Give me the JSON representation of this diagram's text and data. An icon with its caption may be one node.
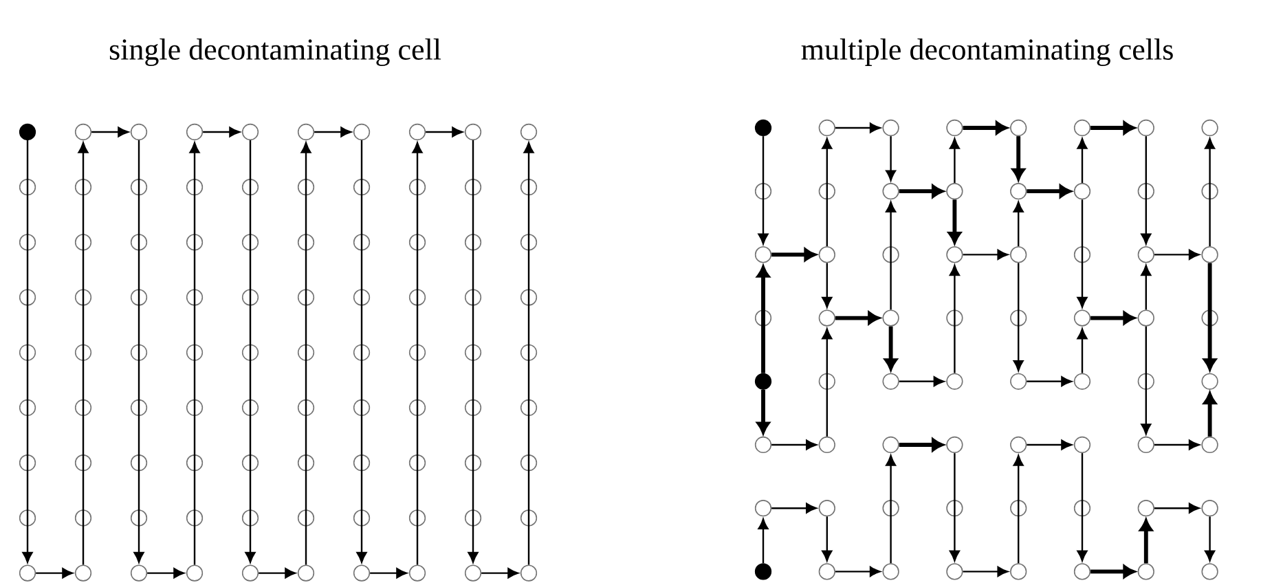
{
  "diagram": {
    "nodes": [
      {
        "text": [],
        "shape": "dot"
      },
      {
        "text": [],
        "shape": "circle"
      },
      {
        "text": [],
        "shape": "circle"
      },
      {
        "text": [],
        "shape": "circle"
      },
      {
        "text": [],
        "shape": "circle"
      },
      {
        "text": [],
        "shape": "circle"
      },
      {
        "text": [],
        "shape": "circle"
      },
      {
        "text": [],
        "shape": "circle"
      },
      {
        "text": [],
        "shape": "circle"
      },
      {
        "text": [],
        "shape": "circle"
      },
      {
        "text": [],
        "shape": "circle"
      },
      {
        "text": [],
        "shape": "circle"
      },
      {
        "text": [],
        "shape": "circle"
      },
      {
        "text": [],
        "shape": "circle"
      },
      {
        "text": [],
        "shape": "circle"
      },
      {
        "text": [],
        "shape": "circle"
      },
      {
        "text": [],
        "shape": "circle"
      },
      {
        "text": [],
        "shape": "circle"
      },
      {
        "text": [],
        "shape": "circle"
      },
      {
        "text": [],
        "shape": "circle"
      },
      {
        "text": [],
        "shape": "circle"
      },
      {
        "text": [],
        "shape": "circle"
      },
      {
        "text": [],
        "shape": "circle"
      },
      {
        "text": [],
        "shape": "circle"
      },
      {
        "text": [],
        "shape": "circle"
      },
      {
        "text": [],
        "shape": "circle"
      },
      {
        "text": [],
        "shape": "circle"
      },
      {
        "text": [],
        "shape": "circle"
      },
      {
        "text": [],
        "shape": "circle"
      },
      {
        "text": [],
        "shape": "circle"
      },
      {
        "text": [],
        "shape": "circle"
      },
      {
        "text": [],
        "shape": "circle"
      },
      {
        "text": [],
        "shape": "circle"
      },
      {
        "text": [],
        "shape": "circle"
      },
      {
        "text": [],
        "shape": "circle"
      },
      {
        "text": [],
        "shape": "circle"
      },
      {
        "text": [],
        "shape": "circle"
      },
      {
        "text": [],
        "shape": "circle"
      },
      {
        "text": [],
        "shape": "circle"
      },
      {
        "text": [],
        "shape": "circle"
      },
      {
        "text": [],
        "shape": "circle"
      },
      {
        "text": [],
        "shape": "circle"
      },
      {
        "text": [],
        "shape": "circle"
      },
      {
        "text": [],
        "shape": "circle"
      },
      {
        "text": [],
        "shape": "circle"
      },
      {
        "text": [],
        "shape": "circle"
      },
      {
        "text": [],
        "shape": "circle"
      },
      {
        "text": [],
        "shape": "circle"
      },
      {
        "text": [],
        "shape": "circle"
      },
      {
        "text": [],
        "shape": "circle"
      },
      {
        "text": [],
        "shape": "circle"
      },
      {
        "text": [],
        "shape": "circle"
      },
      {
        "text": [],
        "shape": "circle"
      },
      {
        "text": [],
        "shape": "circle"
      },
      {
        "text": [],
        "shape": "circle"
      },
      {
        "text": [],
        "shape": "circle"
      },
      {
        "text": [],
        "shape": "circle"
      },
      {
        "text": [],
        "shape": "circle"
      },
      {
        "text": [],
        "shape": "circle"
      },
      {
        "text": [],
        "shape": "circle"
      },
      {
        "text": [],
        "shape": "circle"
      },
      {
        "text": [],
        "shape": "circle"
      },
      {
        "text": [],
        "shape": "circle"
      },
      {
        "text": [],
        "shape": "circle"
      },
      {
        "text": [],
        "shape": "circle"
      },
      {
        "text": [],
        "shape": "circle"
      },
      {
        "text": [],
        "shape": "circle"
      },
      {
        "text": [],
        "shape": "circle"
      },
      {
        "text": [],
        "shape": "circle"
      },
      {
        "text": [],
        "shape": "circle"
      },
      {
        "text": [],
        "shape": "circle"
      },
      {
        "text": [],
        "shape": "circle"
      },
      {
        "text": [],
        "shape": "circle"
      },
      {
        "text": [],
        "shape": "circle"
      },
      {
        "text": [],
        "shape": "circle"
      },
      {
        "text": [],
        "shape": "circle"
      },
      {
        "text": [],
        "shape": "circle"
      },
      {
        "text": [],
        "shape": "circle"
      },
      {
        "text": [],
        "shape": "circle"
      },
      {
        "text": [],
        "shape": "circle"
      },
      {
        "text": [],
        "shape": "circle"
      },
      {
        "text": [],
        "shape": "circle"
      },
      {
        "text": [],
        "shape": "circle"
      },
      {
        "text": [],
        "shape": "circle"
      },
      {
        "text": [],
        "shape": "circle"
      },
      {
        "text": [],
        "shape": "circle"
      },
      {
        "text": [],
        "shape": "circle"
      },
      {
        "text": [],
        "shape": "circle"
      },
      {
        "text": [],
        "shape": "circle"
      },
      {
        "text": [],
        "shape": "circle"
      },
      {
        "text": [],
        "shape": "dot"
      },
      {
        "text": [],
        "shape": "circle"
      },
      {
        "text": [],
        "shape": "circle"
      },
      {
        "text": [],
        "shape": "circle"
      },
      {
        "text": [],
        "shape": "circle"
      },
      {
        "text": [],
        "shape": "circle"
      },
      {
        "text": [],
        "shape": "circle"
      },
      {
        "text": [],
        "shape": "circle"
      },
      {
        "text": [],
        "shape": "circle"
      },
      {
        "text": [],
        "shape": "circle"
      },
      {
        "text": [],
        "shape": "circle"
      },
      {
        "text": [],
        "shape": "circle"
      },
      {
        "text": [],
        "shape": "circle"
      },
      {
        "text": [],
        "shape": "circle"
      },
      {
        "text": [],
        "shape": "circle"
      },
      {
        "text": [],
        "shape": "circle"
      },
      {
        "text": [],
        "shape": "circle"
      },
      {
        "text": [],
        "shape": "circle"
      },
      {
        "text": [],
        "shape": "circle"
      },
      {
        "text": [],
        "shape": "circle"
      },
      {
        "text": [],
        "shape": "circle"
      },
      {
        "text": [],
        "shape": "circle"
      },
      {
        "text": [],
        "shape": "circle"
      },
      {
        "text": [],
        "shape": "circle"
      },
      {
        "text": [],
        "shape": "circle"
      },
      {
        "text": [],
        "shape": "circle"
      },
      {
        "text": [],
        "shape": "circle"
      },
      {
        "text": [],
        "shape": "circle"
      },
      {
        "text": [],
        "shape": "circle"
      },
      {
        "text": [],
        "shape": "circle"
      },
      {
        "text": [],
        "shape": "circle"
      },
      {
        "text": [],
        "shape": "circle"
      },
      {
        "text": [],
        "shape": "dot"
      },
      {
        "text": [],
        "shape": "circle"
      },
      {
        "text": [],
        "shape": "circle"
      },
      {
        "text": [],
        "shape": "circle"
      },
      {
        "text": [],
        "shape": "circle"
      },
      {
        "text": [],
        "shape": "circle"
      },
      {
        "text": [],
        "shape": "circle"
      },
      {
        "text": [],
        "shape": "circle"
      },
      {
        "text": [],
        "shape": "circle"
      },
      {
        "text": [],
        "shape": "circle"
      },
      {
        "text": [],
        "shape": "circle"
      },
      {
        "text": [],
        "shape": "circle"
      },
      {
        "text": [],
        "shape": "circle"
      },
      {
        "text": [],
        "shape": "circle"
      },
      {
        "text": [],
        "shape": "circle"
      },
      {
        "text": [],
        "shape": "circle"
      },
      {
        "text": [],
        "shape": "circle"
      },
      {
        "text": [],
        "shape": "circle"
      },
      {
        "text": [],
        "shape": "circle"
      },
      {
        "text": [],
        "shape": "circle"
      },
      {
        "text": [],
        "shape": "circle"
      },
      {
        "text": [],
        "shape": "circle"
      },
      {
        "text": [],
        "shape": "circle"
      },
      {
        "text": [],
        "shape": "circle"
      },
      {
        "text": [],
        "shape": "dot"
      },
      {
        "text": [],
        "shape": "circle"
      },
      {
        "text": [],
        "shape": "circle"
      },
      {
        "text": [],
        "shape": "circle"
      },
      {
        "text": [],
        "shape": "circle"
      },
      {
        "text": [],
        "shape": "circle"
      },
      {
        "text": [],
        "shape": "circle"
      },
      {
        "text": [],
        "shape": "circle"
      }
    ],
    "edges": [
      {
        "from": 0,
        "to": 80,
        "arrow": "to"
      },
      {
        "from": 80,
        "to": 81,
        "arrow": "to"
      },
      {
        "from": 81,
        "to": 1,
        "arrow": "to"
      },
      {
        "from": 1,
        "to": 2,
        "arrow": "to"
      },
      {
        "from": 2,
        "to": 82,
        "arrow": "to"
      },
      {
        "from": 82,
        "to": 83,
        "arrow": "to"
      },
      {
        "from": 83,
        "to": 3,
        "arrow": "to"
      },
      {
        "from": 3,
        "to": 4,
        "arrow": "to"
      },
      {
        "from": 4,
        "to": 84,
        "arrow": "to"
      },
      {
        "from": 84,
        "to": 85,
        "arrow": "to"
      },
      {
        "from": 85,
        "to": 5,
        "arrow": "to"
      },
      {
        "from": 5,
        "to": 6,
        "arrow": "to"
      },
      {
        "from": 6,
        "to": 86,
        "arrow": "to"
      },
      {
        "from": 86,
        "to": 87,
        "arrow": "to"
      },
      {
        "from": 87,
        "to": 7,
        "arrow": "to"
      },
      {
        "from": 7,
        "to": 8,
        "arrow": "to"
      },
      {
        "from": 8,
        "to": 88,
        "arrow": "to"
      },
      {
        "from": 88,
        "to": 89,
        "arrow": "to"
      },
      {
        "from": 89,
        "to": 9,
        "arrow": "to"
      },
      {
        "from": 90,
        "to": 106,
        "arrow": "to"
      },
      {
        "from": 122,
        "to": 106,
        "arrow": "to",
        "style": "thick"
      },
      {
        "from": 106,
        "to": 107,
        "arrow": "to",
        "style": "thick"
      },
      {
        "from": 107,
        "to": 91,
        "arrow": "to"
      },
      {
        "from": 91,
        "to": 92,
        "arrow": "to"
      },
      {
        "from": 92,
        "to": 100,
        "arrow": "to"
      },
      {
        "from": 116,
        "to": 100,
        "arrow": "to"
      },
      {
        "from": 100,
        "to": 101,
        "arrow": "to",
        "style": "thick"
      },
      {
        "from": 101,
        "to": 93,
        "arrow": "to"
      },
      {
        "from": 93,
        "to": 94,
        "arrow": "to",
        "style": "thick"
      },
      {
        "from": 94,
        "to": 102,
        "arrow": "to",
        "style": "thick"
      },
      {
        "from": 110,
        "to": 102,
        "arrow": "to"
      },
      {
        "from": 102,
        "to": 103,
        "arrow": "to",
        "style": "thick"
      },
      {
        "from": 103,
        "to": 95,
        "arrow": "to"
      },
      {
        "from": 95,
        "to": 96,
        "arrow": "to",
        "style": "thick"
      },
      {
        "from": 96,
        "to": 112,
        "arrow": "to"
      },
      {
        "from": 120,
        "to": 112,
        "arrow": "to"
      },
      {
        "from": 112,
        "to": 113,
        "arrow": "to"
      },
      {
        "from": 113,
        "to": 97,
        "arrow": "to"
      },
      {
        "from": 107,
        "to": 115,
        "arrow": "to"
      },
      {
        "from": 131,
        "to": 115,
        "arrow": "to"
      },
      {
        "from": 115,
        "to": 116,
        "arrow": "to",
        "style": "thick"
      },
      {
        "from": 116,
        "to": 124,
        "arrow": "to",
        "style": "thick"
      },
      {
        "from": 124,
        "to": 125,
        "arrow": "to"
      },
      {
        "from": 125,
        "to": 109,
        "arrow": "to"
      },
      {
        "from": 101,
        "to": 109,
        "arrow": "to",
        "style": "thick"
      },
      {
        "from": 109,
        "to": 110,
        "arrow": "to"
      },
      {
        "from": 110,
        "to": 126,
        "arrow": "to"
      },
      {
        "from": 126,
        "to": 127,
        "arrow": "to"
      },
      {
        "from": 127,
        "to": 119,
        "arrow": "to"
      },
      {
        "from": 103,
        "to": 119,
        "arrow": "to"
      },
      {
        "from": 119,
        "to": 120,
        "arrow": "to",
        "style": "thick"
      },
      {
        "from": 120,
        "to": 136,
        "arrow": "to"
      },
      {
        "from": 136,
        "to": 137,
        "arrow": "to"
      },
      {
        "from": 137,
        "to": 129,
        "arrow": "to",
        "style": "thick"
      },
      {
        "from": 113,
        "to": 129,
        "arrow": "to",
        "style": "thick"
      },
      {
        "from": 122,
        "to": 130,
        "arrow": "to",
        "style": "thick"
      },
      {
        "from": 130,
        "to": 131,
        "arrow": "to"
      },
      {
        "from": 146,
        "to": 138,
        "arrow": "to"
      },
      {
        "from": 138,
        "to": 139,
        "arrow": "to"
      },
      {
        "from": 139,
        "to": 147,
        "arrow": "to"
      },
      {
        "from": 147,
        "to": 148,
        "arrow": "to"
      },
      {
        "from": 148,
        "to": 132,
        "arrow": "to"
      },
      {
        "from": 132,
        "to": 133,
        "arrow": "to",
        "style": "thick"
      },
      {
        "from": 133,
        "to": 149,
        "arrow": "to"
      },
      {
        "from": 149,
        "to": 150,
        "arrow": "to"
      },
      {
        "from": 150,
        "to": 134,
        "arrow": "to"
      },
      {
        "from": 134,
        "to": 135,
        "arrow": "to"
      },
      {
        "from": 135,
        "to": 151,
        "arrow": "to"
      },
      {
        "from": 151,
        "to": 152,
        "arrow": "to",
        "style": "thick"
      },
      {
        "from": 152,
        "to": 144,
        "arrow": "to",
        "style": "thick"
      },
      {
        "from": 144,
        "to": 145,
        "arrow": "to"
      },
      {
        "from": 145,
        "to": 153,
        "arrow": "to"
      }
    ],
    "labels": [
      "single decontaminating cell",
      "multiple decontaminating cells"
    ]
  }
}
